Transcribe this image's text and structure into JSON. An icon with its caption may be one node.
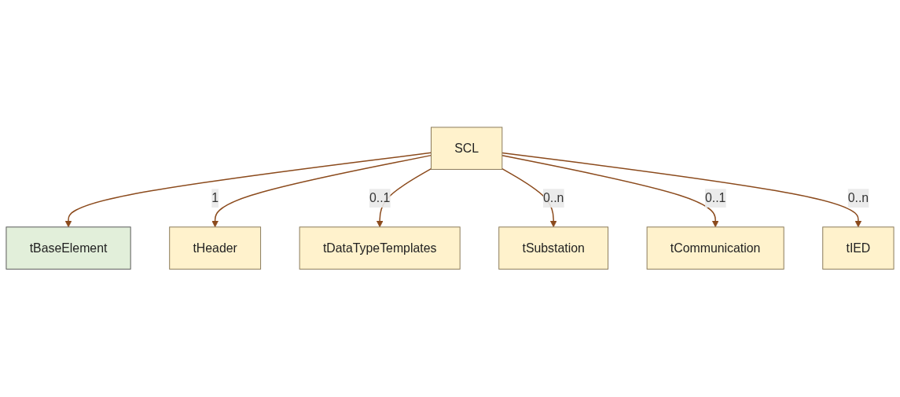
{
  "diagram": {
    "nodes": [
      {
        "text": [
          "tBaseElement"
        ]
      },
      {
        "text": [
          "tHeader"
        ]
      },
      {
        "text": [
          "SCL"
        ]
      },
      {
        "text": [
          "tDataTypeTemplates"
        ]
      },
      {
        "text": [
          "tSubstation"
        ]
      },
      {
        "text": [
          "tCommunication"
        ]
      },
      {
        "text": [
          "tIED"
        ]
      }
    ],
    "edges": [
      {
        "from": 2,
        "to": 0,
        "arrow": "to"
      },
      {
        "from": 2,
        "to": 1,
        "arrow": "to",
        "label": "1"
      },
      {
        "from": 2,
        "to": 3,
        "arrow": "to",
        "label": "0..1"
      },
      {
        "from": 2,
        "to": 4,
        "arrow": "to",
        "label": "0..n"
      },
      {
        "from": 2,
        "to": 5,
        "arrow": "to",
        "label": "0..1"
      },
      {
        "from": 2,
        "to": 6,
        "arrow": "to",
        "label": "0..n"
      }
    ]
  }
}
